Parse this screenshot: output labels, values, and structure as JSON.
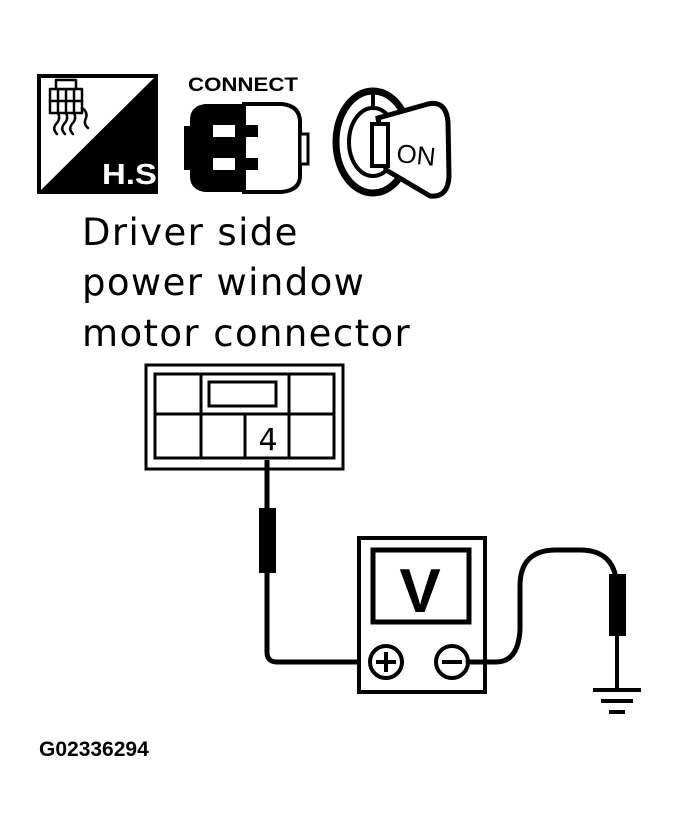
{
  "icons": {
    "harness_side": {
      "icon": "harness-side-icon",
      "label": "H.S."
    },
    "connect": {
      "icon": "connector-connect-icon",
      "label": "CONNECT"
    },
    "ignition": {
      "icon": "ignition-key-on-icon",
      "label": "ON"
    }
  },
  "connector_label": {
    "line1": "Driver side",
    "line2": "power window",
    "line3": "motor connector"
  },
  "connector": {
    "terminal": "4"
  },
  "meter": {
    "icon": "voltmeter-icon",
    "display": "V",
    "positive_icon": "plus-terminal-icon",
    "negative_icon": "minus-terminal-icon"
  },
  "ground": {
    "icon": "ground-icon"
  },
  "figure_id": "G02336294"
}
